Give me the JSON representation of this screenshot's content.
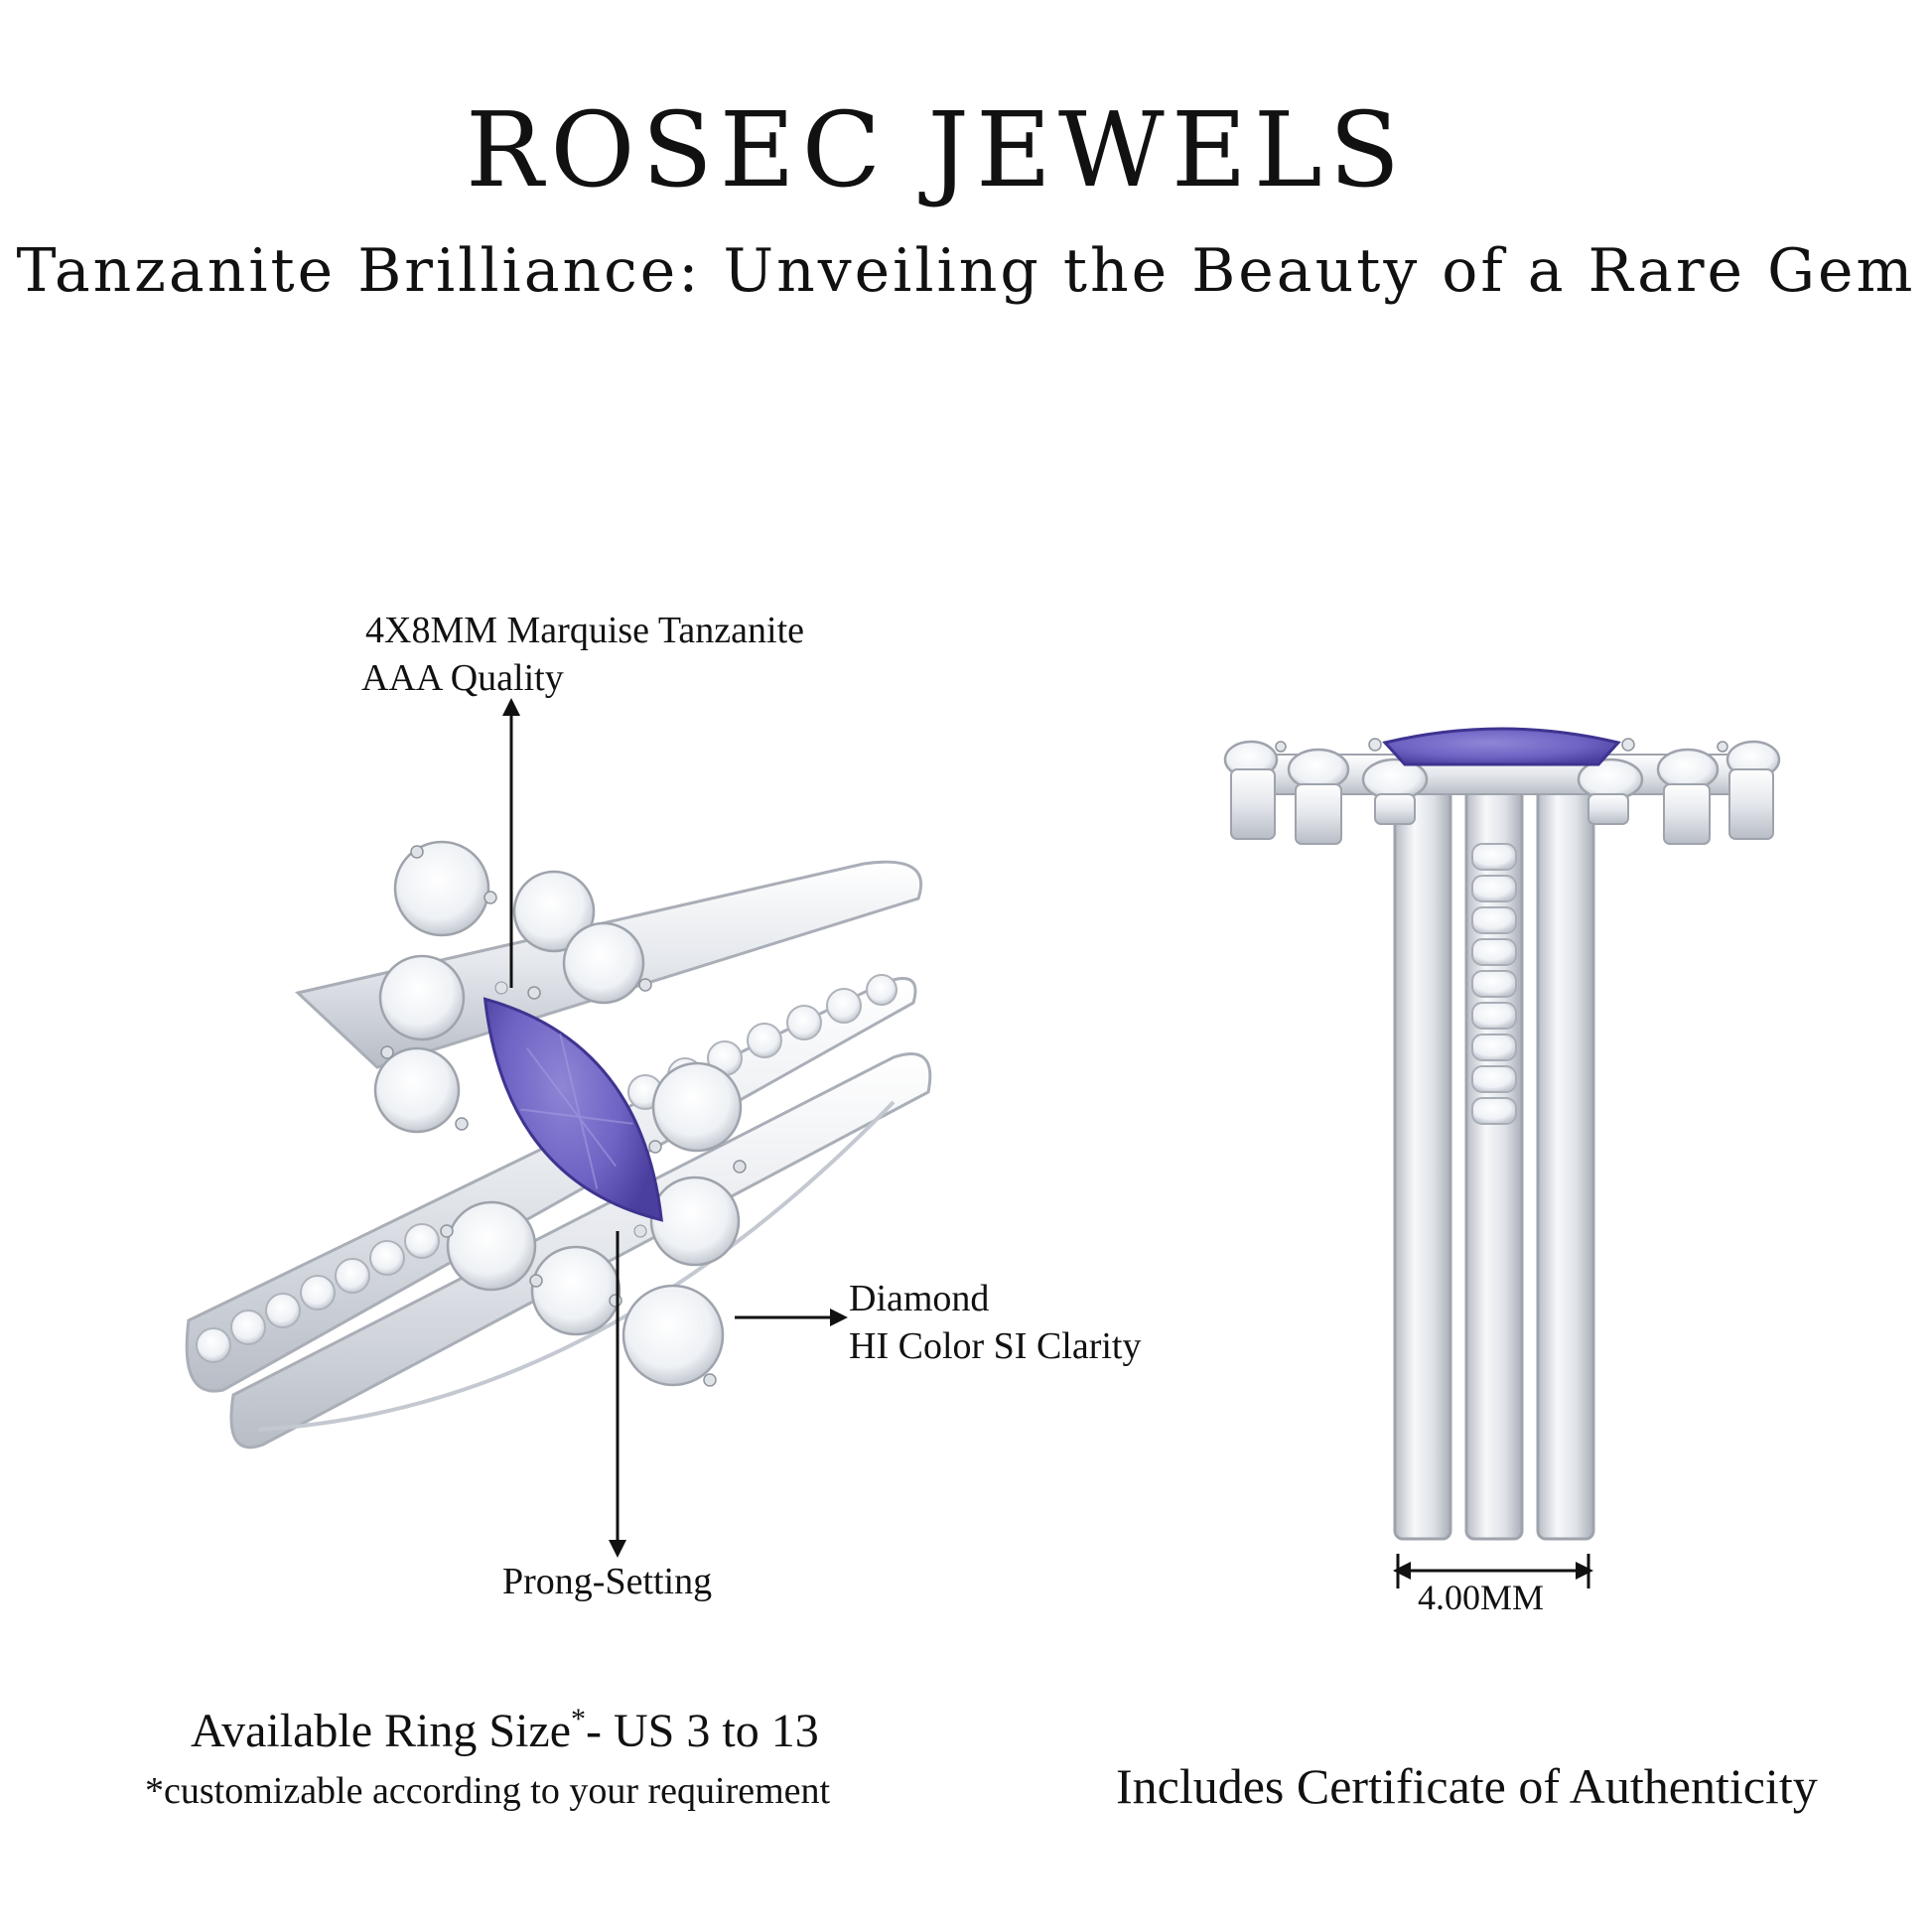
{
  "header": {
    "brand": "ROSEC JEWELS",
    "subtitle": "Tanzanite Brilliance: Unveiling the Beauty of a Rare Gem"
  },
  "callouts": {
    "gem_label": "4X8MM Marquise Tanzanite",
    "gem_quality": "AAA Quality",
    "diamond_label": "Diamond",
    "diamond_spec": "HI Color SI Clarity",
    "setting_label": "Prong-Setting",
    "band_width": "4.00MM"
  },
  "footer": {
    "ring_size_prefix": "Available Ring Size",
    "ring_size_mark": "*",
    "ring_size_suffix": "- US 3 to 13",
    "customizable_note": "*customizable according to your requirement",
    "certificate": "Includes Certificate of Authenticity"
  },
  "colors": {
    "tanzanite": "#6f63c4",
    "tanzanite_dark": "#4a3f9e",
    "metal": "#e9ecf0",
    "metal_shadow": "#b9bec6",
    "diamond": "#f6f8fb",
    "text": "#111111"
  }
}
